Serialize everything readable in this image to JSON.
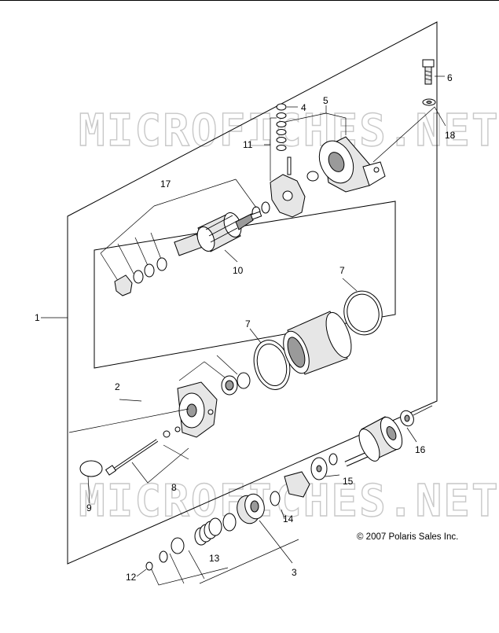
{
  "watermark": "MICROFICHES.NET",
  "copyright": "© 2007 Polaris Sales Inc.",
  "callouts": {
    "c1": "1",
    "c2": "2",
    "c3": "3",
    "c4": "4",
    "c5": "5",
    "c6": "6",
    "c7a": "7",
    "c7b": "7",
    "c8": "8",
    "c9": "9",
    "c10": "10",
    "c11": "11",
    "c12": "12",
    "c13": "13",
    "c14": "14",
    "c15": "15",
    "c16": "16",
    "c17": "17",
    "c18": "18"
  }
}
